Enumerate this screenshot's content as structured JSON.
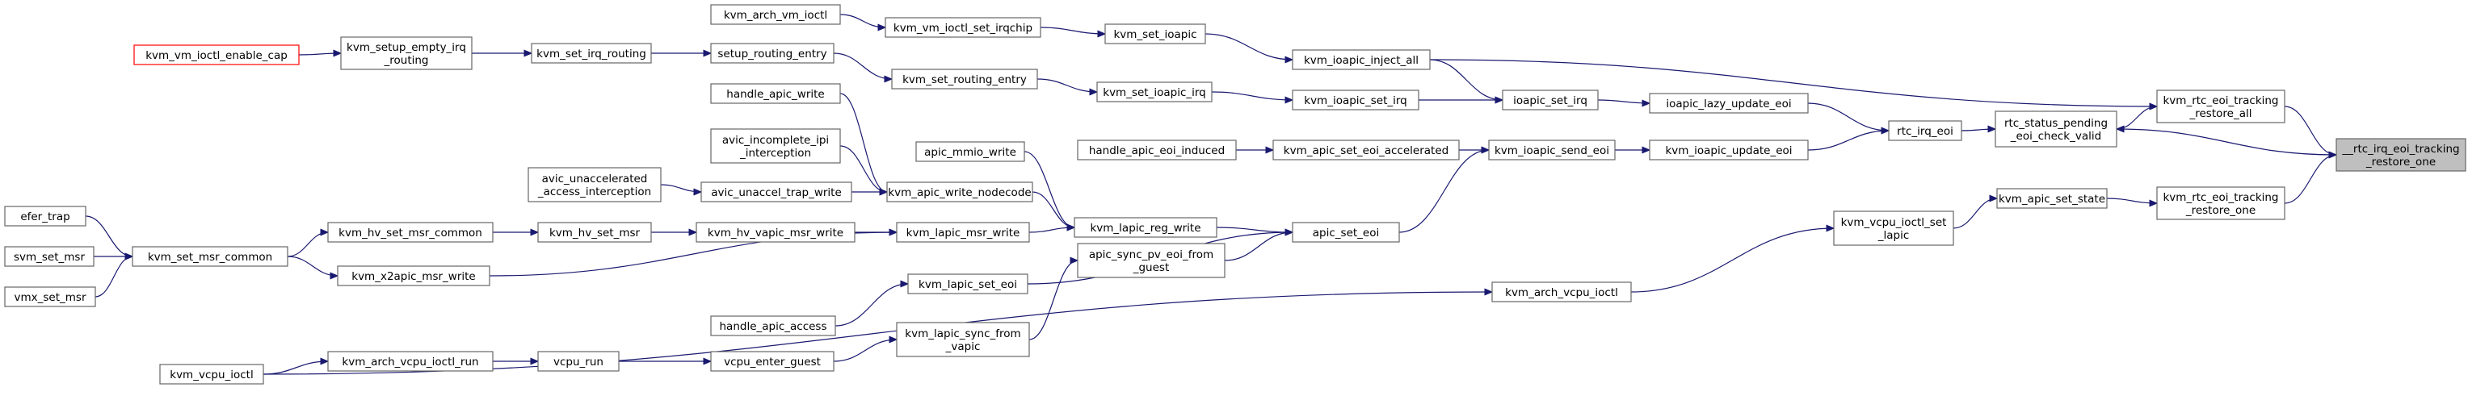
{
  "graph": {
    "colors": {
      "edge": "#191970",
      "border": "#666666",
      "root_fill": "#bfbfbf",
      "highlight_border": "#ff0000"
    },
    "nodes": {
      "root": {
        "lines": [
          "__rtc_irq_eoi_tracking",
          "_restore_one"
        ]
      },
      "rra": {
        "lines": [
          "kvm_rtc_eoi_tracking",
          "_restore_all"
        ]
      },
      "rro": {
        "lines": [
          "kvm_rtc_eoi_tracking",
          "_restore_one"
        ]
      },
      "rspe": {
        "lines": [
          "rtc_status_pending",
          "_eoi_check_valid"
        ]
      },
      "kass": {
        "lines": [
          "kvm_apic_set_state"
        ]
      },
      "rie": {
        "lines": [
          "rtc_irq_eoi"
        ]
      },
      "kvisl": {
        "lines": [
          "kvm_vcpu_ioctl_set",
          "_lapic"
        ]
      },
      "iolue": {
        "lines": [
          "ioapic_lazy_update_eoi"
        ]
      },
      "kiue": {
        "lines": [
          "kvm_ioapic_update_eoi"
        ]
      },
      "kavi": {
        "lines": [
          "kvm_arch_vcpu_ioctl"
        ]
      },
      "kvi": {
        "lines": [
          "kvm_vcpu_ioctl"
        ]
      },
      "kiia": {
        "lines": [
          "kvm_ioapic_inject_all"
        ]
      },
      "isi": {
        "lines": [
          "ioapic_set_irq"
        ]
      },
      "kise": {
        "lines": [
          "kvm_ioapic_send_eoi"
        ]
      },
      "kseti": {
        "lines": [
          "kvm_set_ioapic"
        ]
      },
      "kvisi": {
        "lines": [
          "kvm_vm_ioctl_set_irqchip"
        ]
      },
      "kavmi": {
        "lines": [
          "kvm_arch_vm_ioctl"
        ]
      },
      "kisi": {
        "lines": [
          "kvm_ioapic_set_irq"
        ]
      },
      "ksi": {
        "lines": [
          "kvm_set_ioapic_irq"
        ]
      },
      "ksre": {
        "lines": [
          "kvm_set_routing_entry"
        ]
      },
      "sre": {
        "lines": [
          "setup_routing_entry"
        ]
      },
      "ksir": {
        "lines": [
          "kvm_set_irq_routing"
        ]
      },
      "kseir": {
        "lines": [
          "kvm_setup_empty_irq",
          "_routing"
        ]
      },
      "kviec": {
        "lines": [
          "kvm_vm_ioctl_enable_cap"
        ]
      },
      "kasea": {
        "lines": [
          "kvm_apic_set_eoi_accelerated"
        ]
      },
      "haei": {
        "lines": [
          "handle_apic_eoi_induced"
        ]
      },
      "ase": {
        "lines": [
          "apic_set_eoi"
        ]
      },
      "klrw": {
        "lines": [
          "kvm_lapic_reg_write"
        ]
      },
      "kawn": {
        "lines": [
          "kvm_apic_write_nodecode"
        ]
      },
      "amw": {
        "lines": [
          "apic_mmio_write"
        ]
      },
      "klmw": {
        "lines": [
          "kvm_lapic_msr_write"
        ]
      },
      "klse": {
        "lines": [
          "kvm_lapic_set_eoi"
        ]
      },
      "aspef": {
        "lines": [
          "apic_sync_pv_eoi_from",
          "_guest"
        ]
      },
      "klsfv": {
        "lines": [
          "kvm_lapic_sync_from",
          "_vapic"
        ]
      },
      "haw": {
        "lines": [
          "handle_apic_write"
        ]
      },
      "aiii": {
        "lines": [
          "avic_incomplete_ipi",
          "_interception"
        ]
      },
      "autw": {
        "lines": [
          "avic_unaccel_trap_write"
        ]
      },
      "auai": {
        "lines": [
          "avic_unaccelerated",
          "_access_interception"
        ]
      },
      "khvmw": {
        "lines": [
          "kvm_hv_vapic_msr_write"
        ]
      },
      "khsm": {
        "lines": [
          "kvm_hv_set_msr"
        ]
      },
      "khsmc": {
        "lines": [
          "kvm_hv_set_msr_common"
        ]
      },
      "ksmc": {
        "lines": [
          "kvm_set_msr_common"
        ]
      },
      "kxmw": {
        "lines": [
          "kvm_x2apic_msr_write"
        ]
      },
      "ha": {
        "lines": [
          "handle_apic_access"
        ]
      },
      "veg": {
        "lines": [
          "vcpu_enter_guest"
        ]
      },
      "vr": {
        "lines": [
          "vcpu_run"
        ]
      },
      "kavir": {
        "lines": [
          "kvm_arch_vcpu_ioctl_run"
        ]
      },
      "et": {
        "lines": [
          "efer_trap"
        ]
      },
      "ssm": {
        "lines": [
          "svm_set_msr"
        ]
      },
      "vsm": {
        "lines": [
          "vmx_set_msr"
        ]
      }
    }
  }
}
